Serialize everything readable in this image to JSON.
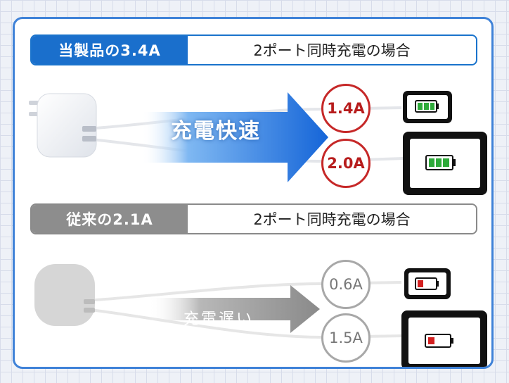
{
  "top_section": {
    "tag": "当製品の3.4A",
    "description": "2ポート同時充電の場合",
    "arrow_label": "充電快速",
    "outputs": [
      "1.4A",
      "2.0A"
    ]
  },
  "bottom_section": {
    "tag": "従来の2.1A",
    "description": "2ポート同時充電の場合",
    "arrow_label": "充電遅い",
    "outputs": [
      "0.6A",
      "1.5A"
    ]
  },
  "colors": {
    "accent_blue": "#1a6fcc",
    "arrow_blue": "#1e7ee0",
    "gray_tag": "#8d8d8d",
    "battery_full": "#2eaa3a",
    "battery_low": "#d32020",
    "circle_red": "#c62828",
    "circle_gray": "#a8a8a8"
  }
}
